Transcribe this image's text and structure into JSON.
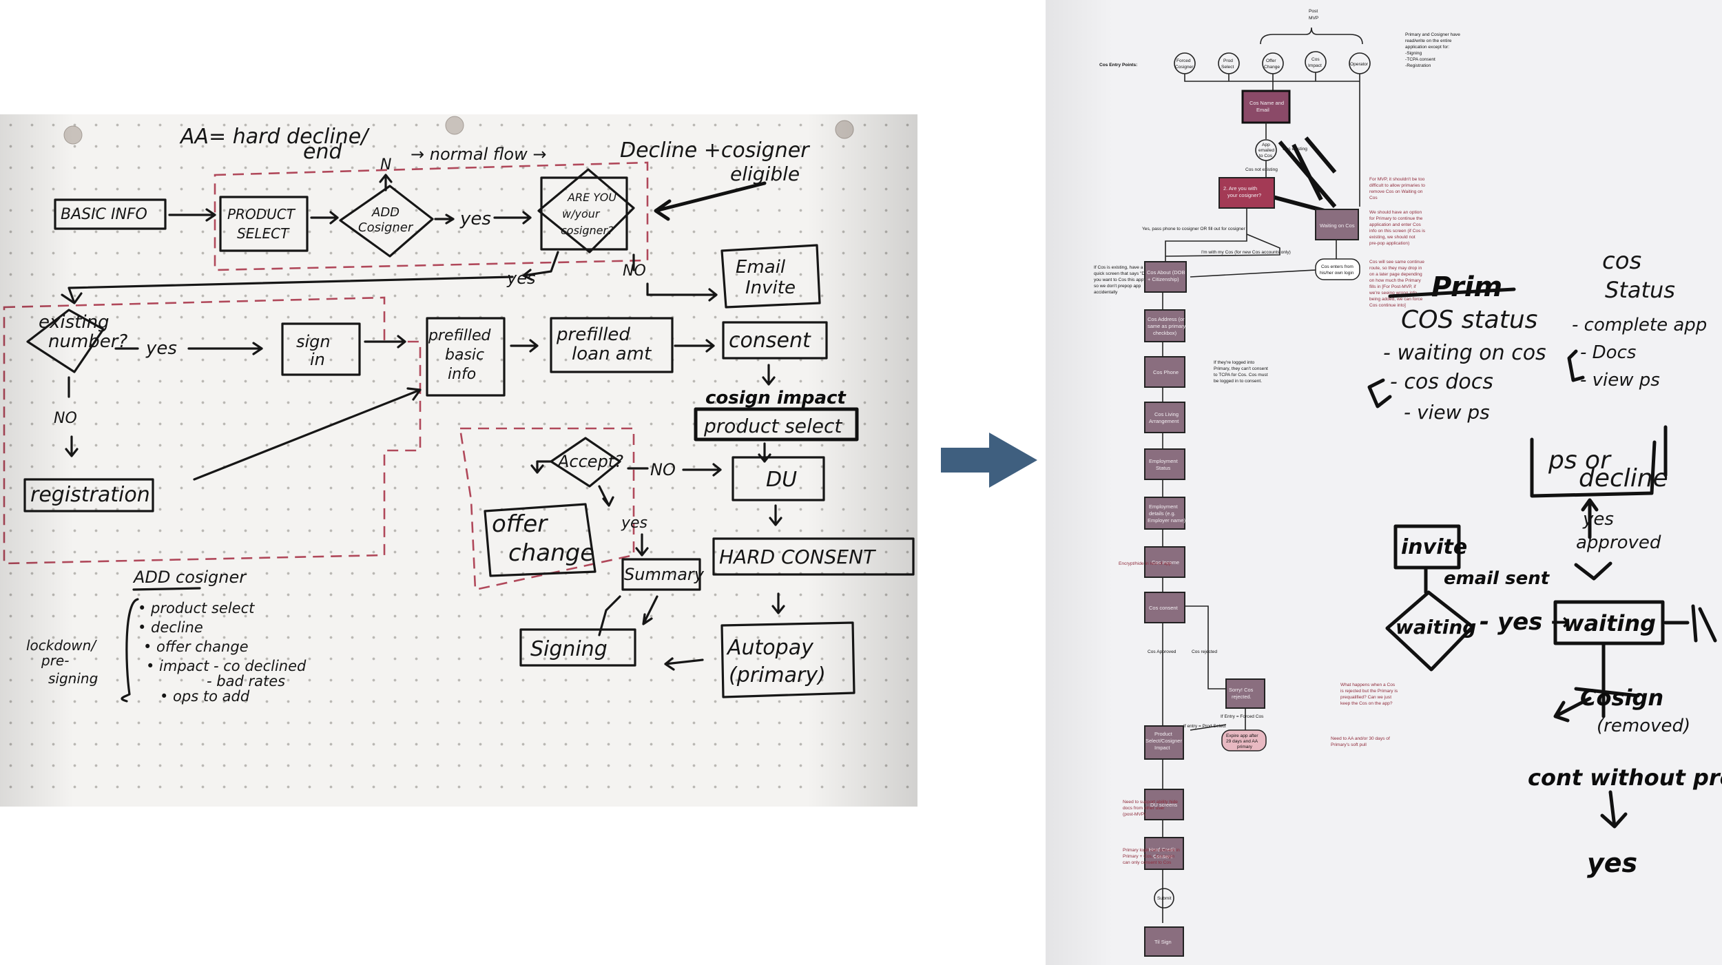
{
  "left_sketch": {
    "header_note": [
      "AA= hard decline/",
      "end"
    ],
    "top_flow": [
      "N",
      "→ normal flow →",
      "Decline +cosigner",
      "eligible"
    ],
    "steps": {
      "basic_info": "BASIC INFO",
      "product_select": [
        "PRODUCT",
        "SELECT"
      ],
      "add_cosigner": [
        "ADD",
        "Cosigner"
      ],
      "yes_1": "yes",
      "are_you_with_cosigner": [
        "ARE YOU",
        "w/your",
        "cosigner?"
      ],
      "yes_2": "yes",
      "no_1": "NO",
      "email_invite": [
        "Email",
        "Invite"
      ],
      "existing_number": [
        "existing",
        "number?"
      ],
      "yes_3": "yes",
      "sign_in": [
        "sign",
        "in"
      ],
      "prefilled_basic_info": [
        "prefilled",
        "basic",
        "info"
      ],
      "prefilled_loan_amt": [
        "prefilled",
        "loan amt"
      ],
      "consent": "consent",
      "no_2": "NO",
      "registration": "registration",
      "cosign_impact": "cosign impact",
      "product_select_2": "product select",
      "accept": "Accept?",
      "no_3": "NO",
      "du": "DU",
      "yes_4": "yes",
      "offer_change": [
        "offer",
        "change"
      ],
      "hard_consent": "HARD CONSENT",
      "summary": "Summary",
      "signing": "Signing",
      "autopay": [
        "Autopay",
        "(primary)"
      ]
    },
    "notes": {
      "title": "ADD cosigner",
      "items": [
        "• product select",
        "• decline",
        "• offer change",
        "• impact - co declined",
        "   - bad rates",
        "• ops to add"
      ],
      "side": [
        "lockdown/",
        "pre-",
        "signing"
      ]
    }
  },
  "right_chart": {
    "top_bracket_label": [
      "Post",
      "MVP"
    ],
    "entry_points_label": "Cos Entry Points:",
    "entry_points": [
      [
        "Forced",
        "Cosigner"
      ],
      [
        "Prod",
        "Select"
      ],
      [
        "Offer",
        "Change"
      ],
      [
        "Cos",
        "Impact"
      ],
      [
        "Operator"
      ]
    ],
    "top_right_note": [
      "Primary and Cosigner have",
      "read/write on the entire",
      "application except for:",
      "-Signing",
      "-TCPA consent",
      "-Registration"
    ],
    "nodes": {
      "cos_name_email": [
        "Cos Name and",
        "Email"
      ],
      "app_emailed": [
        "App",
        "emailed",
        "to Cos"
      ],
      "cos_existing": "Cos existing",
      "cos_not_existing": "Cos not existing",
      "are_you_with": [
        "2. Are you with",
        "your cosigner?"
      ],
      "waiting_on_cos": "Waiting on Cos",
      "cos_enters": [
        "Cos enters from",
        "his/her own login"
      ],
      "cos_about": [
        "Cos About (DOB",
        "+ Citizenship)"
      ],
      "cos_address": [
        "Cos Address (or",
        "same as primary",
        "checkbox)"
      ],
      "cos_phone": "Cos Phone",
      "cos_living": [
        "Cos Living",
        "Arrangement"
      ],
      "employment_status": [
        "Employment",
        "Status"
      ],
      "employment_details": [
        "Employment",
        "details (e.g.",
        "Employer name)"
      ],
      "cos_income": "Cos Income",
      "cos_consent": "Cos consent",
      "cos_approved": "Cos Approved",
      "cos_rejected": "Cos rejected",
      "sorry": [
        "Sorry! Cos",
        "rejected."
      ],
      "if_entry_forced": "If Entry = Forced Cos",
      "if_entry_prod": "If entry = Prod Select",
      "expire": [
        "Expire app after",
        "29 days and AA",
        "primary"
      ],
      "product_select_impact": [
        "Product",
        "Select/Cosigner",
        "Impact"
      ],
      "du_screens": "DU screens",
      "hard_credit": [
        "Hard Credit",
        "Consent"
      ],
      "submit": "Submit",
      "til_sign": "Til Sign"
    },
    "edge_labels": {
      "pass_phone": "Yes, pass phone to cosigner OR fill out for cosigner",
      "im_with_my_cos": "I'm with my Cos (for new Cos accounts only)"
    },
    "notes": {
      "mvp": [
        "For MVP, it shouldn't be too",
        "difficult to allow primaries to",
        "remove Cos on Waiting on",
        "Cos"
      ],
      "option": [
        "We should have an option",
        "for Primary to continue the",
        "application and enter Cos",
        "info on this screen (if Cos is",
        "existing, we should not",
        "pre-pop application)"
      ],
      "cos_same": [
        "Cos will see same continue",
        "route, so they may drop in",
        "on a later page depending",
        "on how much the Primary",
        "fills in [For Post-MVP, if",
        "we're seeing wrong info",
        "being added, we can force",
        "Cos continue into]"
      ],
      "existing": [
        "If Cos is existing, have a",
        "quick screen that says \"Do",
        "you want to Cos this app?\"",
        "so we don't prepop app",
        "accidentally"
      ],
      "logged_in": [
        "If they're logged into",
        "Primary, they can't consent",
        "to TCPA for Cos. Cos must",
        "be logged in to consent."
      ],
      "encrypt": "Encrypt/hide in rest of app",
      "what_happens": [
        "What happens when a Cos",
        "is rejected but the Primary is",
        "prequalified? Can we just",
        "keep the Cos on the app?"
      ],
      "need_aa": [
        "Need to AA and/or 30 days of",
        "Primary's soft pull"
      ],
      "hide_data": [
        "Need to support ability hide",
        "docs from other user",
        "(post-MVP)"
      ],
      "primary_login": [
        "Primary login can consent in",
        "Primary + Cos., Cos login",
        "can only consent to Cos"
      ]
    },
    "whiteboard": {
      "prim": "Prim",
      "cos_status_left": "COS status",
      "left_items": [
        "- waiting on cos",
        "- cos docs",
        "- view ps"
      ],
      "cos": "cos",
      "status": "Status",
      "right_items": [
        "- complete app",
        "- Docs",
        "- view ps"
      ],
      "ps_or_decline": [
        "ps or",
        "decline"
      ],
      "yes_approved": [
        "yes",
        "approved"
      ],
      "invite": "invite",
      "email_sent": "email sent",
      "waiting_diamond": "waiting",
      "yes_arrow": "- yes →",
      "waiting_box": "waiting",
      "cosign": "Cosign",
      "removed": "(removed)",
      "cont": "cont without prepop",
      "yes_bottom": "yes"
    }
  },
  "arrow": {
    "color": "#3f5f7f"
  }
}
